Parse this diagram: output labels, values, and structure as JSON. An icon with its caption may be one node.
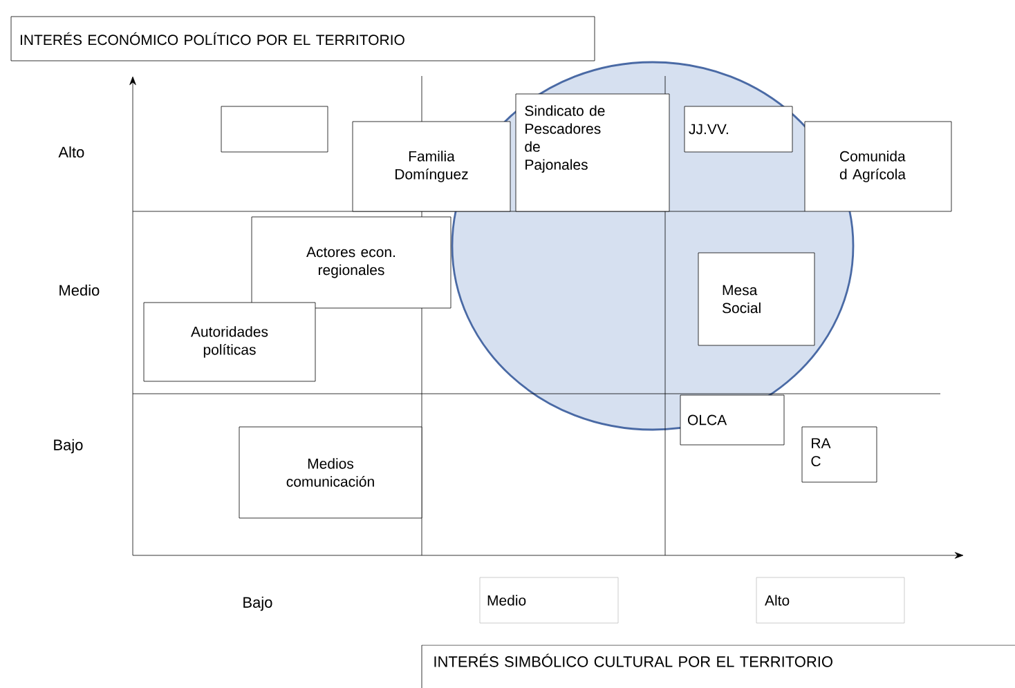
{
  "diagram": {
    "nodes": [
      {
        "text": [
          "INTERÉS ECONÓMICO POLÍTICO POR EL TERRITORIO"
        ]
      },
      {
        "text": [],
        "shape": "box"
      },
      {
        "text": [
          "Familia Domínguez"
        ]
      },
      {
        "text": [
          "Sindicato de Pescadores de Pajonales"
        ]
      },
      {
        "text": [
          "JJ.VV."
        ]
      },
      {
        "text": [
          "Comunida d Agrícola"
        ]
      },
      {
        "text": [
          "Actores econ. regionales"
        ]
      },
      {
        "text": [
          "Mesa Social"
        ]
      },
      {
        "text": [
          "Autoridades políticas"
        ]
      },
      {
        "text": [
          "Medios comunicación"
        ]
      },
      {
        "text": [
          "OLCA"
        ]
      },
      {
        "text": [
          "RA C"
        ]
      },
      {
        "text": [
          "Medio"
        ]
      },
      {
        "text": [
          "Alto"
        ]
      },
      {
        "text": [
          "INTERÉS SIMBÓLICO CULTURAL POR EL TERRITORIO"
        ]
      }
    ],
    "labels": [
      "Alto",
      "Medio",
      "Bajo",
      "Bajo"
    ]
  }
}
